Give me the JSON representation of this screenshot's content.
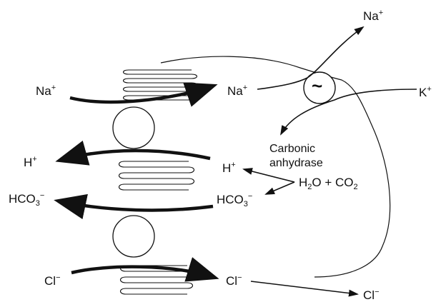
{
  "labels": {
    "na_left": {
      "base": "Na",
      "sup": "+"
    },
    "na_mid": {
      "base": "Na",
      "sup": "+"
    },
    "na_top": {
      "base": "Na",
      "sup": "+"
    },
    "k": {
      "base": "K",
      "sup": "+"
    },
    "h_left": {
      "base": "H",
      "sup": "+"
    },
    "h_mid": {
      "base": "H",
      "sup": "+"
    },
    "hco3_left": {
      "base": "HCO",
      "sub": "3",
      "sup": "−"
    },
    "hco3_mid": {
      "base": "HCO",
      "sub": "3",
      "sup": "−"
    },
    "cl_left": {
      "base": "Cl",
      "sup": "−"
    },
    "cl_mid": {
      "base": "Cl",
      "sup": "−"
    },
    "cl_right": {
      "base": "Cl",
      "sup": "−"
    },
    "enzyme": {
      "line1": "Carbonic",
      "line2": "anhydrase"
    },
    "reaction": {
      "h2o": "H",
      "h2o_sub": "2",
      "h2o_end": "O + CO",
      "co2_sub": "2"
    },
    "pump": "~"
  },
  "colors": {
    "ink": "#111111",
    "background": "#ffffff"
  }
}
